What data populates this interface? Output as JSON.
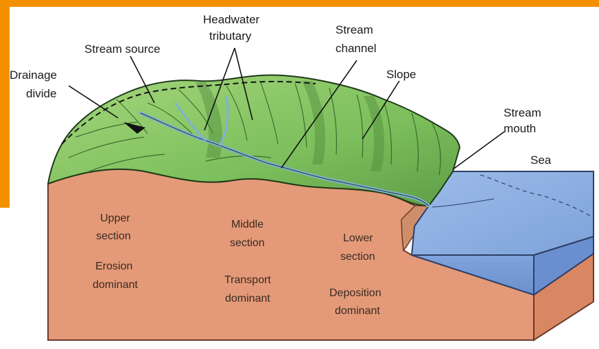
{
  "colors": {
    "frame": "#f29000",
    "soil": "#e49a78",
    "soil_edge": "#6a3a2a",
    "hill_green": "#8cc86a",
    "hill_dark": "#4f8a3c",
    "river": "#7fb1d6",
    "sea_top": "#8fb0e0",
    "sea_side": "#6f96d3"
  },
  "labels": {
    "headwater_line1": "Headwater",
    "headwater_line2": "tributary",
    "stream_source": "Stream source",
    "stream_channel_line1": "Stream",
    "stream_channel_line2": "channel",
    "drainage_line1": "Drainage",
    "drainage_line2": "divide",
    "slope": "Slope",
    "stream_mouth_line1": "Stream",
    "stream_mouth_line2": "mouth",
    "sea": "Sea"
  },
  "sections": {
    "upper_line1": "Upper",
    "upper_line2": "section",
    "upper_desc1": "Erosion",
    "upper_desc2": "dominant",
    "middle_line1": "Middle",
    "middle_line2": "section",
    "middle_desc1": "Transport",
    "middle_desc2": "dominant",
    "lower_line1": "Lower",
    "lower_line2": "section",
    "lower_desc1": "Deposition",
    "lower_desc2": "dominant"
  }
}
